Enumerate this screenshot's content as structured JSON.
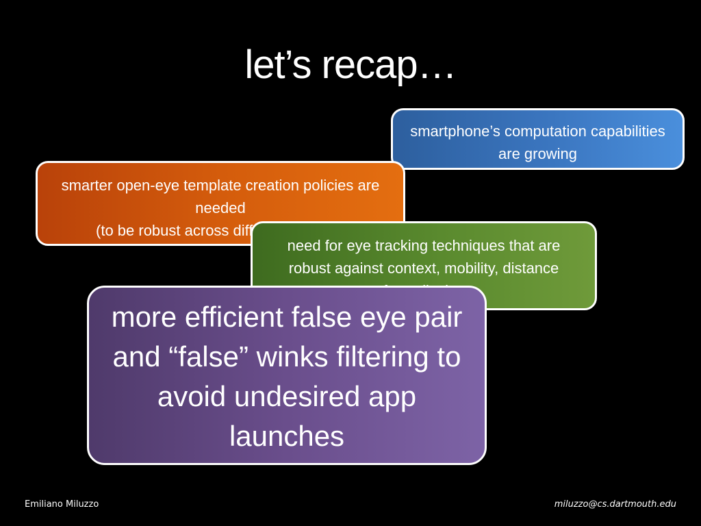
{
  "slide": {
    "title": "let’s recap…",
    "boxes": {
      "blue": {
        "color": "#3b76c0",
        "lines": [
          "smartphone’s computation capabilities",
          "are growing"
        ]
      },
      "orange": {
        "color": "#d45c0c",
        "lines": [
          "smarter open-eye template creation policies are",
          "needed",
          "(to be robust across different context)"
        ]
      },
      "green": {
        "color": "#5a8a2e",
        "lines": [
          "need for eye tracking techniques that are",
          "robust against context, mobility, distance",
          "from display"
        ]
      },
      "purple": {
        "color": "#6a4e8c",
        "lines": [
          "more efficient false eye pair",
          "and “false” winks filtering to",
          "avoid undesired app",
          "launches"
        ]
      }
    }
  },
  "footer": {
    "author": "Emiliano Miluzzo",
    "email": "miluzzo@cs.dartmouth.edu"
  }
}
